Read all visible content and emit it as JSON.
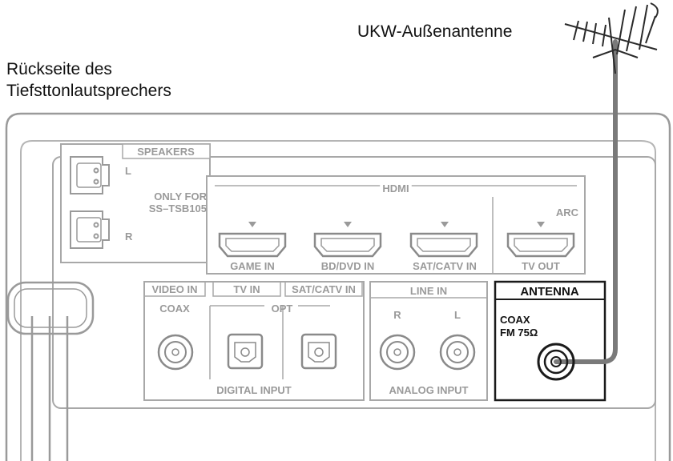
{
  "captions": {
    "antenna_caption": "UKW-Außenantenne",
    "subwoofer_line1": "Rückseite des",
    "subwoofer_line2": "Tiefsttonlautsprechers"
  },
  "panel": {
    "speakers": {
      "title": "SPEAKERS",
      "left": "L",
      "right": "R",
      "note_line1": "ONLY FOR",
      "note_line2": "SS–TSB105"
    },
    "hdmi": {
      "title": "HDMI",
      "arc": "ARC",
      "ports": [
        "GAME IN",
        "BD/DVD IN",
        "SAT/CATV IN",
        "TV OUT"
      ]
    },
    "digital": {
      "video_in": "VIDEO IN",
      "tv_in": "TV IN",
      "sat_catv_in": "SAT/CATV IN",
      "coax": "COAX",
      "opt": "OPT",
      "footer": "DIGITAL INPUT"
    },
    "line_in": {
      "title": "LINE IN",
      "right": "R",
      "left": "L",
      "footer": "ANALOG INPUT"
    },
    "antenna": {
      "title": "ANTENNA",
      "coax": "COAX",
      "fm": "FM 75Ω"
    }
  }
}
